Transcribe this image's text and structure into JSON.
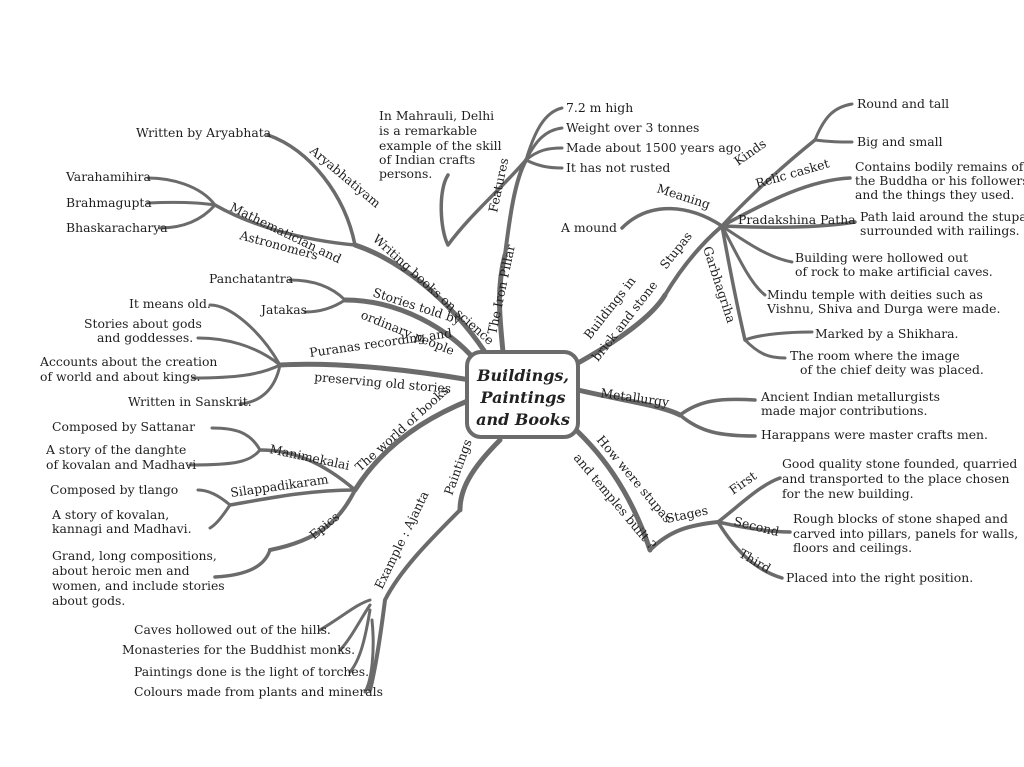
{
  "center": {
    "line1": "Buildings,",
    "line2": "Paintings",
    "line3": "and Books"
  },
  "iron_pillar": {
    "label": "The Iron Pillar",
    "description": [
      "In Mahrauli, Delhi",
      "is a remarkable",
      "example of the skill",
      "of Indian crafts",
      "persons."
    ],
    "features_label": "Features",
    "features": [
      "7.2 m high",
      "Weight over 3 tonnes",
      "Made about 1500 years ago",
      "It has not rusted"
    ]
  },
  "buildings": {
    "label": "Buildings in brick and stone",
    "label_line1": "Buildings in",
    "label_line2": "brick and stone",
    "stupas_label": "Stupas",
    "meaning_label": "Meaning",
    "meaning_value": "A mound",
    "kinds_label": "Kinds",
    "kinds": [
      "Round and tall",
      "Big and small"
    ],
    "relic_label": "Relic casket",
    "relic_text": [
      "Contains bodily remains of",
      "the Buddha or his followers",
      "and the things they used."
    ],
    "pradakshina_label": "Pradakshina Patha",
    "pradakshina_text": [
      "Path laid around the stupa",
      "surrounded with railings."
    ],
    "caves_text": [
      "Building were hollowed out",
      "of rock to make artificial caves."
    ],
    "garbhagriha_label": "Garbhagriha",
    "temple_text": [
      "Mindu temple with deities such as",
      "Vishnu, Shiva and Durga were made."
    ],
    "shikhara_text": "Marked by a Shikhara.",
    "room_text": [
      "The room where the image",
      "of the chief deity was placed."
    ]
  },
  "metallurgy": {
    "label": "Metallurgy",
    "items": [
      [
        "Ancient Indian metallurgists",
        "made major contributions."
      ],
      [
        "Harappans were master crafts men."
      ]
    ]
  },
  "how_built": {
    "label_line1": "How were stupas",
    "label_line2": "and temples built ?",
    "stages_label": "Stages",
    "stages": [
      {
        "name": "First",
        "text": [
          "Good quality stone founded, quarried",
          "and transported to the place chosen",
          "for the new building."
        ]
      },
      {
        "name": "Second",
        "text": [
          "Rough blocks of stone shaped and",
          "carved into pillars, panels for walls,",
          "floors and ceilings."
        ]
      },
      {
        "name": "Third",
        "text": [
          "Placed into the right position."
        ]
      }
    ]
  },
  "paintings": {
    "label": "Paintings",
    "example_label": "Example : Ajanta",
    "items": [
      "Caves hollowed out of the hills.",
      "Monasteries for the Buddhist monks.",
      "Paintings done is the light of torches.",
      "Colours made from plants and minerals"
    ]
  },
  "world_of_books": {
    "label": "The world of books",
    "epics_label": "Epics",
    "manimekalai_label": "Manimekalai",
    "manimekalai_items": [
      [
        "Composed by Sattanar"
      ],
      [
        "A story of the danghte",
        "of kovalan and Madhavi"
      ]
    ],
    "silappadikaram_label": "Silappadikaram",
    "silappadikaram_items": [
      [
        "Composed by tlango"
      ],
      [
        "A story of kovalan,",
        "kannagi and Madhavi."
      ]
    ],
    "epics_description": [
      "Grand, long compositions,",
      "about heroic men and",
      "women, and include stories",
      "about gods."
    ]
  },
  "puranas": {
    "label_line1": "Puranas recording and",
    "label_line2": "preserving old stories",
    "items": [
      [
        "It means old."
      ],
      [
        "Stories about gods",
        "and goddesses."
      ],
      [
        "Accounts about the creation",
        "of world and about kings."
      ],
      [
        "Written in Sanskrit."
      ]
    ]
  },
  "stories": {
    "label_line1": "Stories told by",
    "label_line2": "ordinary people",
    "items": [
      "Panchatantra",
      "Jatakas"
    ]
  },
  "science": {
    "label": "Writing books on science",
    "aryabhatiyam_label": "Aryabhatiyam",
    "aryabhatiyam_item": "Written by Aryabhata",
    "math_label_line1": "Mathematician and",
    "math_label_line2": "Astronomers",
    "math_items": [
      "Varahamihira",
      "Brahmagupta",
      "Bhaskaracharya"
    ]
  }
}
